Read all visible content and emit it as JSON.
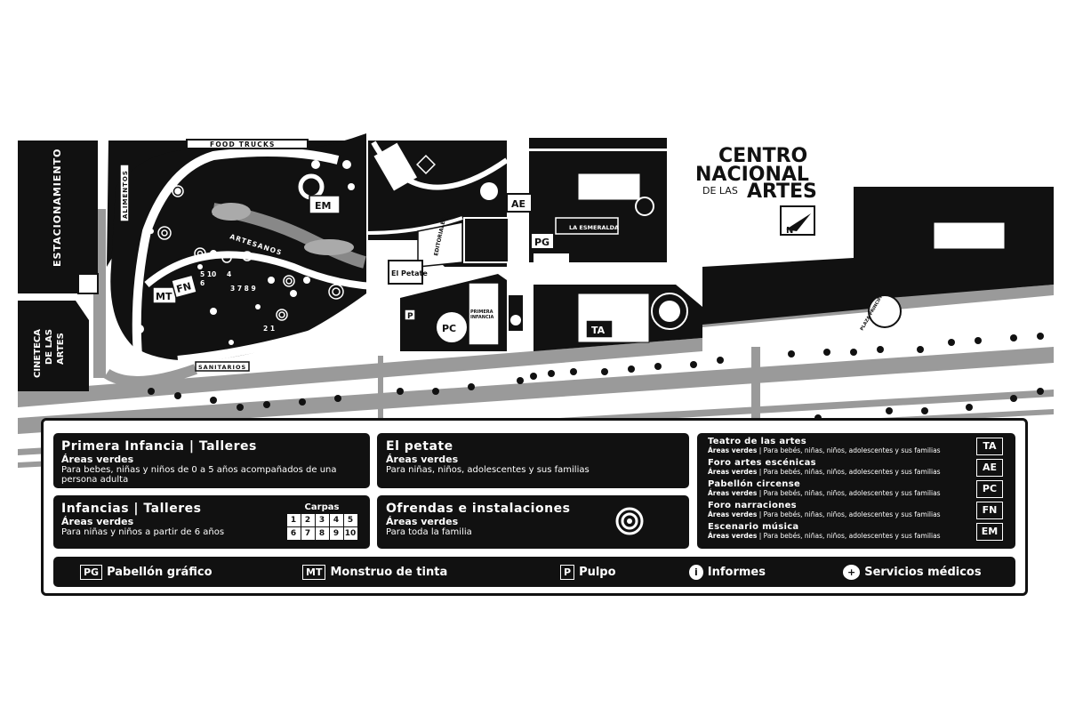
{
  "header": {
    "title_line1": "CENTRO",
    "title_line2": "NACIONAL",
    "title_line3_small": "DE LAS",
    "title_line3_big": "ARTES",
    "north_label": "N"
  },
  "map_labels": {
    "estacionamiento": "ESTACIONAMIENTO",
    "cineteca": [
      "CINETECA",
      "DE LAS",
      "ARTES"
    ],
    "food_trucks": "FOOD TRUCKS",
    "alimentos": "ALIMENTOS",
    "artesanos": "ARTESANOS",
    "sanitarios": "SANITARIOS",
    "em": "EM",
    "ae": "AE",
    "pg": "PG",
    "mt": "MT",
    "fn": "FN",
    "pc": "PC",
    "ta": "TA",
    "p": "P",
    "el_petate": "El Petate",
    "editoriales": "EDITORIALES",
    "primera_infancia": [
      "PRIMERA",
      "INFANCIA"
    ],
    "la_esmeralda": "LA ESMERALDA",
    "plaza_principal": "PLAZA PRINCIPAL",
    "carpas_group1": "5 10",
    "carpas_4": "4",
    "carpas_6": "6",
    "carpas_group2": "3 7 8 9",
    "carpas_group3": "2 1"
  },
  "legend": {
    "primera": {
      "title": "Primera Infancia | Talleres",
      "sub": "Áreas verdes",
      "desc": "Para bebes, niñas y niños de 0 a 5 años acompañados de una persona adulta"
    },
    "petate": {
      "title": "El petate",
      "sub": "Áreas verdes",
      "desc": "Para niñas, niños, adolescentes y sus familias"
    },
    "infancias": {
      "title": "Infancias | Talleres",
      "sub": "Áreas verdes",
      "desc": "Para niñas y niños a partir de 6 años",
      "carpas_title": "Carpas",
      "carpas": [
        "1",
        "2",
        "3",
        "4",
        "5",
        "6",
        "7",
        "8",
        "9",
        "10"
      ]
    },
    "ofrendas": {
      "title": "Ofrendas e instalaciones",
      "sub": "Áreas verdes",
      "desc": "Para toda la familia"
    },
    "venues": [
      {
        "title": "Teatro de las artes",
        "sub": "Áreas verdes",
        "desc": "Para bebés, niñas, niños, adolescentes y sus familias",
        "code": "TA"
      },
      {
        "title": "Foro artes escénicas",
        "sub": "Áreas verdes",
        "desc": "Para bebés, niñas, niños, adolescentes y sus familias",
        "code": "AE"
      },
      {
        "title": "Pabellón circense",
        "sub": "Áreas verdes",
        "desc": "Para bebés, niñas, niños, adolescentes y sus familias",
        "code": "PC"
      },
      {
        "title": "Foro narraciones",
        "sub": "Áreas verdes",
        "desc": "Para bebés, niñas, niños, adolescentes y sus familias",
        "code": "FN"
      },
      {
        "title": "Escenario música",
        "sub": "Áreas verdes",
        "desc": "Para bebés, niñas, niños, adolescentes y sus familias",
        "code": "EM"
      }
    ],
    "separator": "|",
    "footer": [
      {
        "badge": "PG",
        "label": "Pabellón gráfico"
      },
      {
        "badge": "MT",
        "label": "Monstruo de tinta"
      },
      {
        "badge": "P",
        "label": "Pulpo"
      },
      {
        "badge": "i",
        "label": "Informes"
      },
      {
        "badge": "+",
        "label": "Servicios médicos"
      }
    ]
  },
  "colors": {
    "ink": "#111111",
    "road": "#999999",
    "path": "#aaaaaa",
    "paper": "#ffffff"
  }
}
